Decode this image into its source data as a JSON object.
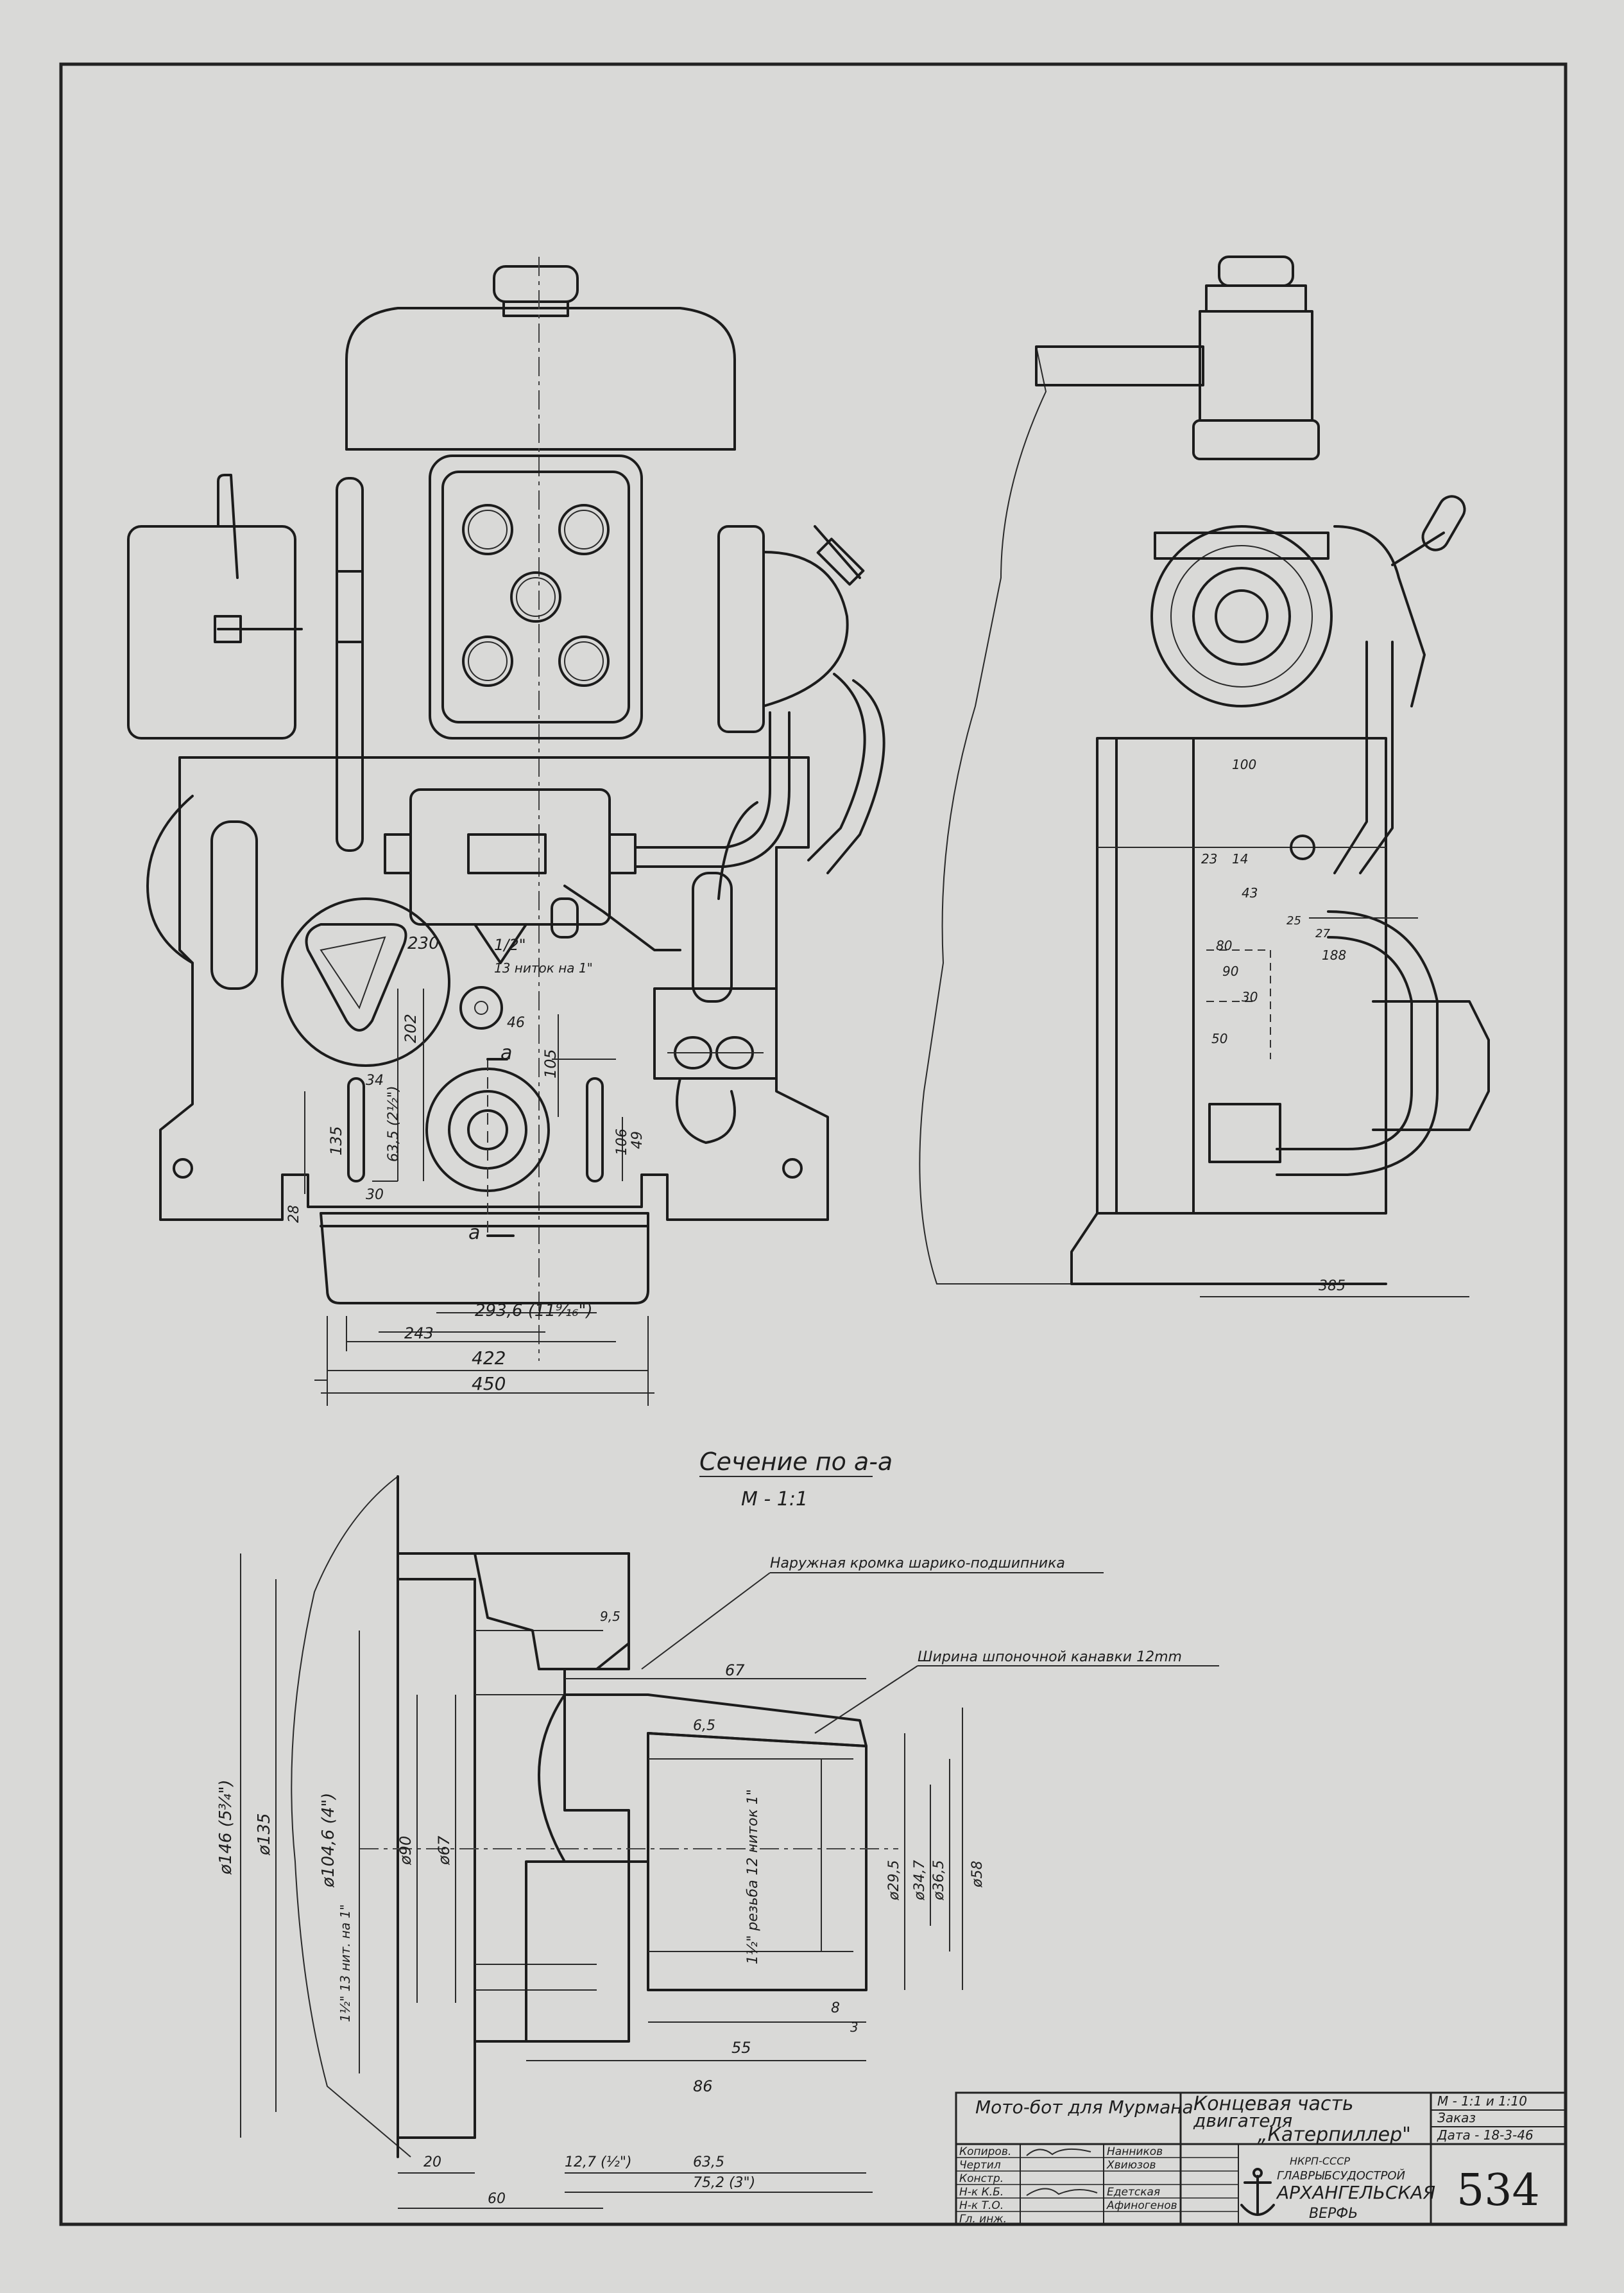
{
  "colors": {
    "paper": "#d9d9d7",
    "ink": "#1c1c1c"
  },
  "top_view": {
    "dims": {
      "d230": "230",
      "d202": "202",
      "d105": "105",
      "d135": "135",
      "d63": "63,5 (2½\")",
      "d34": "34",
      "d30": "30",
      "d28": "28",
      "d106": "106",
      "d49": "49",
      "pipe": "1/2\"",
      "thread": "13 ниток на 1\"",
      "d46": "46",
      "a1": "а",
      "a2": "а",
      "d293": "293,6 (11⁹⁄₁₆\")",
      "d243": "243",
      "d422": "422",
      "d450": "450"
    }
  },
  "side_view": {
    "dims": {
      "d100": "100",
      "d23": "23",
      "d14": "14",
      "d43": "43",
      "d25": "25",
      "d27": "27",
      "d188": "188",
      "d80": "80",
      "d90": "90",
      "d30": "30",
      "d50": "50",
      "d385": "385"
    }
  },
  "section": {
    "title": "Сечение по а-а",
    "scale": "М - 1:1",
    "note1": "Наружная кромка шарико-подшипника",
    "note2": "Ширина шпоночной канавки 12mm",
    "dims": {
      "d146": "ø146 (5¾\")",
      "d135": "ø135",
      "d104": "ø104,6 (4\")",
      "d90": "ø90",
      "d67": "ø67",
      "d9": "9,5",
      "d67h": "67",
      "d65": "6,5",
      "thread": "1½\" резьба 12 ниток 1\"",
      "d29": "ø29,5",
      "d34": "ø34,7",
      "d36": "ø36,5",
      "d58": "ø58",
      "d8": "8",
      "d3": "3",
      "d55": "55",
      "d86": "86",
      "d20": "20",
      "d12": "12,7 (½\")",
      "d635": "63,5",
      "d75": "75,2 (3\")",
      "d60": "60",
      "bthread": "1½\" 13 нит. на 1\""
    }
  },
  "title_block": {
    "project": "Мото-бот для Мурмана",
    "title_line1": "Концевая часть",
    "title_line2": "двигателя",
    "title_line3": "„Катерпиллер\"",
    "scale": "М - 1:1 и 1:10",
    "order_label": "Заказ",
    "date": "Дата - 18-3-46",
    "roles": [
      "Копиров.",
      "Чертил",
      "Констр.",
      "Н-к К.Б.",
      "Н-к Т.О.",
      "Гл. инж."
    ],
    "names": [
      "Нанников",
      "Хвиюзов",
      "",
      "Едетская",
      "Афиногенов",
      ""
    ],
    "org_line1": "НКРП-СССР",
    "org_line2": "ГЛАВРЫБСУДОСТРОЙ",
    "org_line3": "АРХАНГЕЛЬСКАЯ",
    "org_line4": "ВЕРФЬ",
    "sheet_number": "534"
  }
}
